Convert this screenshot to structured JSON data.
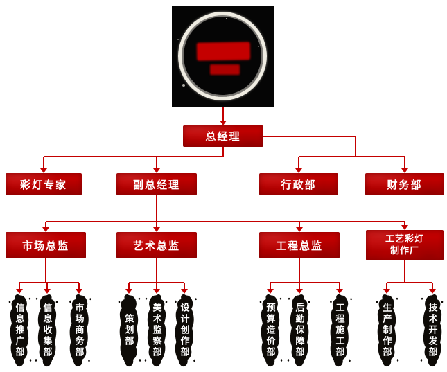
{
  "colors": {
    "node_red": "#c00000",
    "line_red": "#c40000",
    "leaf_ink_black": "#0e0b07",
    "text_white": "#ffffff",
    "logo_background": "#050505",
    "page_background": "#ffffff"
  },
  "org": {
    "root": {
      "label": "总经理"
    },
    "level2": [
      {
        "label": "彩灯专家"
      },
      {
        "label": "副总经理"
      },
      {
        "label": "行政部"
      },
      {
        "label": "财务部"
      }
    ],
    "level3": [
      {
        "label": "市场总监"
      },
      {
        "label": "艺术总监"
      },
      {
        "label": "工程总监"
      },
      {
        "label": "工艺彩灯制作厂",
        "line1": "工艺彩灯",
        "line2": "制作厂"
      }
    ],
    "level4": [
      {
        "parent": "市场总监",
        "items": [
          {
            "label": "信息推广部"
          },
          {
            "label": "信息收集部"
          },
          {
            "label": "市场商务部"
          }
        ]
      },
      {
        "parent": "艺术总监",
        "items": [
          {
            "label": "策划部"
          },
          {
            "label": "美术监察部"
          },
          {
            "label": "设计创作部"
          }
        ]
      },
      {
        "parent": "工程总监",
        "items": [
          {
            "label": "预算造价部"
          },
          {
            "label": "后勤保障部"
          },
          {
            "label": "工程施工部"
          }
        ]
      },
      {
        "parent": "工艺彩灯制作厂",
        "items": [
          {
            "label": "生产制作部"
          },
          {
            "label": "技术开发部"
          }
        ]
      }
    ]
  }
}
